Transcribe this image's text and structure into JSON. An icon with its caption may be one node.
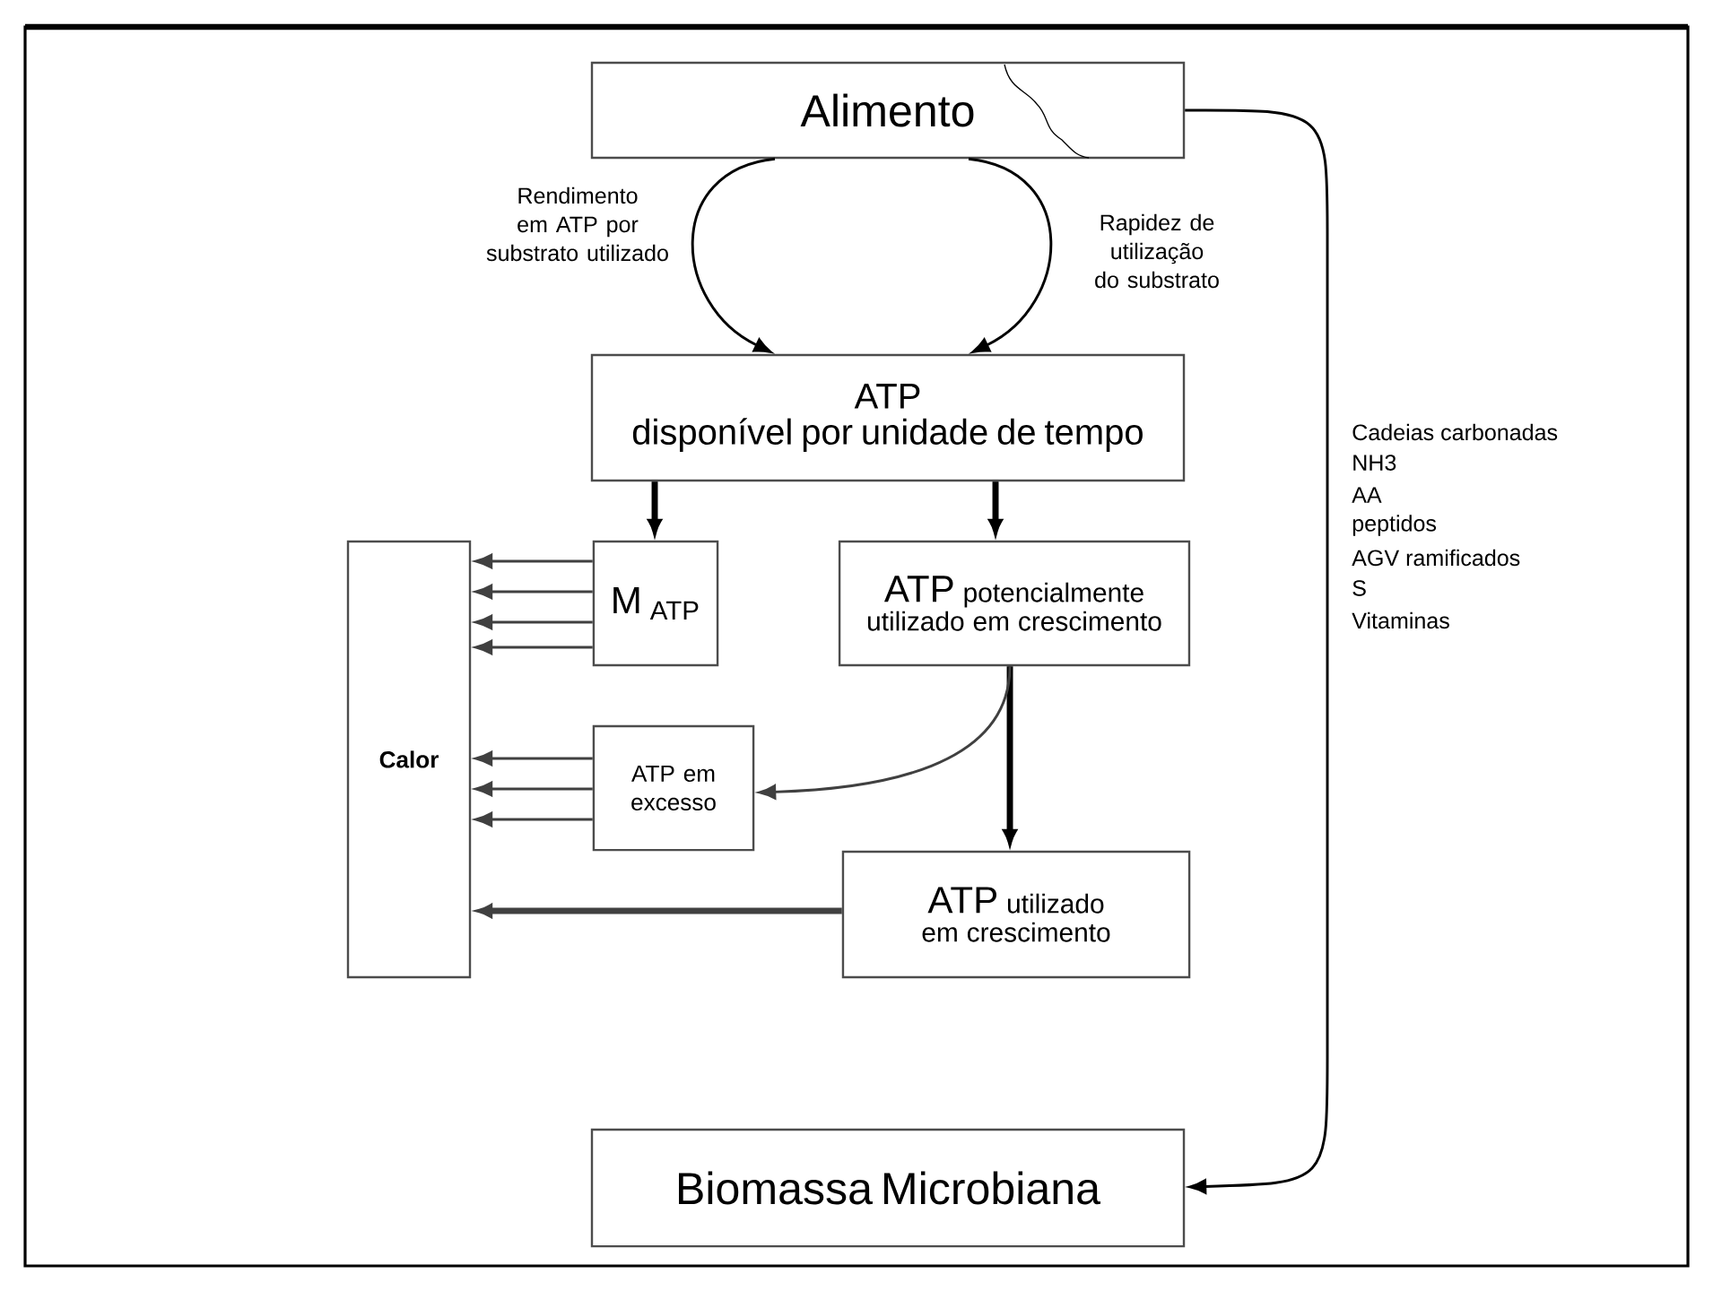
{
  "diagram": {
    "nodes": [
      {
        "text": [
          "Alimento"
        ]
      },
      {
        "text": [
          "ATP",
          "disponível por unidade de tempo"
        ]
      },
      {
        "text": [
          "Calor"
        ]
      },
      {
        "text": [
          "M $_{ATP}$"
        ]
      },
      {
        "text": [
          "ATP",
          "potencialmente utilizado em crescimento"
        ]
      },
      {
        "text": [
          "ATP em excesso"
        ]
      },
      {
        "text": [
          "ATP",
          "utilizado em crescimento"
        ]
      },
      {
        "text": [
          "Biomassa Microbiana"
        ]
      }
    ],
    "edges": [
      {
        "from": 0,
        "to": 1,
        "arrow": "to",
        "label": "Rendimento em ATP por substrato utilizado",
        "color": "#000000"
      },
      {
        "from": 0,
        "to": 1,
        "arrow": "to",
        "label": "Rapidez de utilização do substrato",
        "color": "#000000"
      },
      {
        "from": 0,
        "to": 7,
        "arrow": "to",
        "color": "#000000"
      },
      {
        "from": 1,
        "to": 3,
        "arrow": "to",
        "style": "thick",
        "color": "#000000"
      },
      {
        "from": 1,
        "to": 4,
        "arrow": "to",
        "style": "thick",
        "color": "#000000"
      },
      {
        "from": 3,
        "to": 2,
        "arrow": "to"
      },
      {
        "from": 3,
        "to": 2,
        "arrow": "to"
      },
      {
        "from": 3,
        "to": 2,
        "arrow": "to"
      },
      {
        "from": 3,
        "to": 2,
        "arrow": "to"
      },
      {
        "from": 4,
        "to": 6,
        "arrow": "to",
        "style": "thick",
        "color": "#000000"
      },
      {
        "from": 4,
        "to": 5,
        "arrow": "to"
      },
      {
        "from": 5,
        "to": 2,
        "arrow": "to"
      },
      {
        "from": 5,
        "to": 2,
        "arrow": "to"
      },
      {
        "from": 5,
        "to": 2,
        "arrow": "to"
      },
      {
        "from": 6,
        "to": 2,
        "arrow": "to",
        "style": "thick"
      }
    ],
    "labels": [
      "Cadeias carbonadas",
      "NH3",
      "AA",
      "peptidos",
      "AGV ramificados",
      "S",
      "Vitaminas"
    ]
  }
}
